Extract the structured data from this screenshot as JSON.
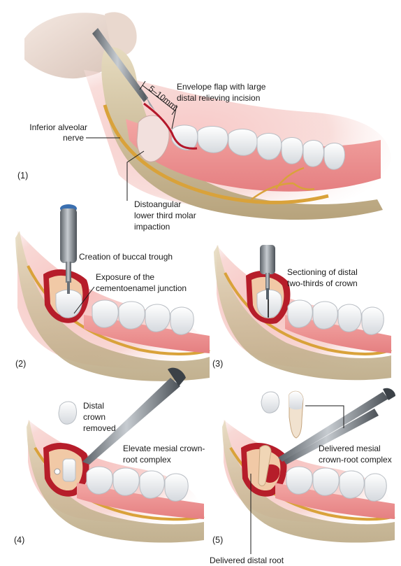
{
  "panels": [
    {
      "number": "(1)"
    },
    {
      "number": "(2)"
    },
    {
      "number": "(3)"
    },
    {
      "number": "(4)"
    },
    {
      "number": "(5)"
    }
  ],
  "labels": {
    "envelope_1": "Envelope flap with large",
    "envelope_2": "distal relieving incision",
    "measure": "5–10mm",
    "nerve_1": "Inferior alveolar",
    "nerve_2": "nerve",
    "impaction_1": "Distoangular",
    "impaction_2": "lower third molar",
    "impaction_3": "impaction",
    "trough": "Creation of buccal trough",
    "cej_1": "Exposure of the",
    "cej_2": "cementoenamel junction",
    "section_1": "Sectioning of distal",
    "section_2": "two-thirds of crown",
    "crown_1": "Distal",
    "crown_2": "crown",
    "crown_3": "removed",
    "elevate_1": "Elevate mesial crown-",
    "elevate_2": "root complex",
    "delivered_mesial_1": "Delivered mesial",
    "delivered_mesial_2": "crown-root complex",
    "delivered_distal": "Delivered distal root"
  },
  "colors": {
    "gingiva": "#e98a8c",
    "bone": "#d8c9a4",
    "tooth": "#f3f4f6",
    "nerve": "#d9a23a",
    "incision": "#b3172a",
    "skin": "#efe2da",
    "instrument": "#7d8389"
  }
}
